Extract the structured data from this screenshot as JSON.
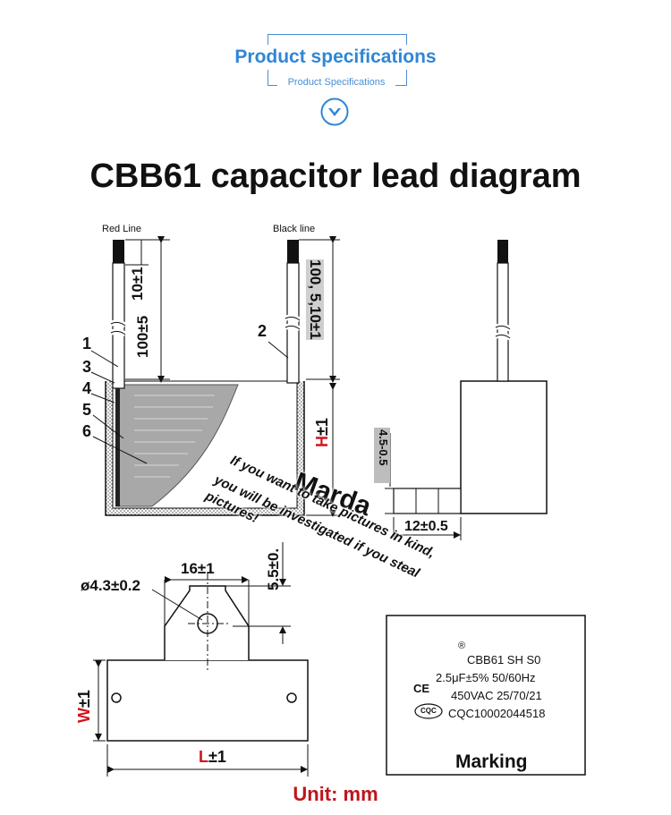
{
  "header": {
    "title": "Product specifications",
    "subtitle": "Product Specifications",
    "icon": "chevron-down-circle-icon",
    "accent_color": "#2f86d6"
  },
  "main_title": "CBB61 capacitor lead diagram",
  "side_view": {
    "red_line_label": "Red Line",
    "black_line_label": "Black line",
    "dim_red_total": "100±5",
    "dim_red_strip": "10±1",
    "dim_black": "100, 5,10±1",
    "part_1": "1",
    "part_2": "2",
    "part_3": "3",
    "part_4": "4",
    "part_5": "5",
    "part_6": "6",
    "height_H": "H",
    "height_tol": "±1",
    "height_color": "#d0141c"
  },
  "end_view": {
    "dim_tab": "4.5-0.5",
    "dim_width": "12±0.5"
  },
  "bottom_view": {
    "hole_dim": "ø4.3±0.2",
    "tab_width": "16±1",
    "tab_height": "5.5±0.",
    "width_W": "W",
    "width_tol": "±1",
    "length_L": "L",
    "length_tol": "±1",
    "dim_color": "#d0141c"
  },
  "marking_label": {
    "registered": "®",
    "line1": "CBB61 SH S0",
    "line2": "2.5μF±5%  50/60Hz",
    "line3": "450VAC  25/70/21",
    "line4": "CQC10002044518",
    "ce_mark": "CE",
    "cqc_logo": "CQC",
    "caption": "Marking"
  },
  "watermark": {
    "brand": "Marda",
    "line1": "If you want to take pictures in kind,",
    "line2": "you will be investigated if you steal",
    "line3": "pictures!"
  },
  "unit": "Unit: mm"
}
